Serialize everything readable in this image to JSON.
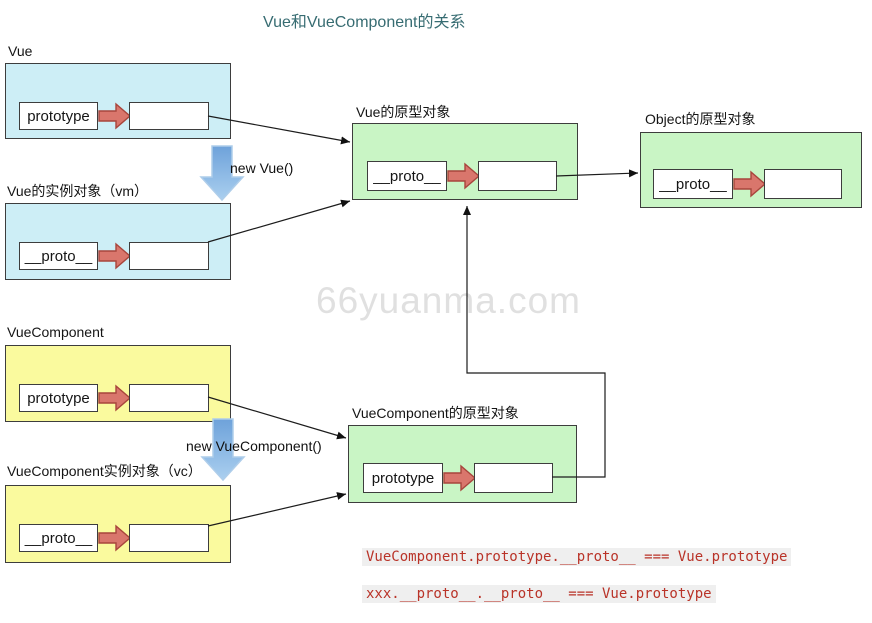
{
  "title": "Vue和VueComponent的关系",
  "watermark": "66yuanma.com",
  "nodes": {
    "vue": {
      "label": "Vue",
      "slot": "prototype"
    },
    "vm": {
      "label": "Vue的实例对象（vm）",
      "slot": "__proto__"
    },
    "vuecomponent": {
      "label": "VueComponent",
      "slot": "prototype"
    },
    "vc": {
      "label": "VueComponent实例对象（vc）",
      "slot": "__proto__"
    },
    "vue_proto": {
      "label": "Vue的原型对象",
      "slot": "__proto__"
    },
    "object_proto": {
      "label": "Object的原型对象",
      "slot": "__proto__"
    },
    "vuecomponent_proto": {
      "label": "VueComponent的原型对象",
      "slot": "prototype"
    }
  },
  "annotations": {
    "new_vue": "new Vue()",
    "new_vuecomponent": "new VueComponent()"
  },
  "code_lines": {
    "line1": "VueComponent.prototype.__proto__ === Vue.prototype",
    "line2": "xxx.__proto__.__proto__ === Vue.prototype"
  },
  "colors": {
    "title_teal": "#376c72",
    "instance_cyan": "#cdeef6",
    "component_yellow": "#fafa9e",
    "proto_green": "#c9f5c5",
    "arrow_red": "#d9766c",
    "arrow_red_border": "#a8453c",
    "arrow_blue": "#85b4e4",
    "code_red": "#b93328",
    "code_bg": "#efefef"
  }
}
